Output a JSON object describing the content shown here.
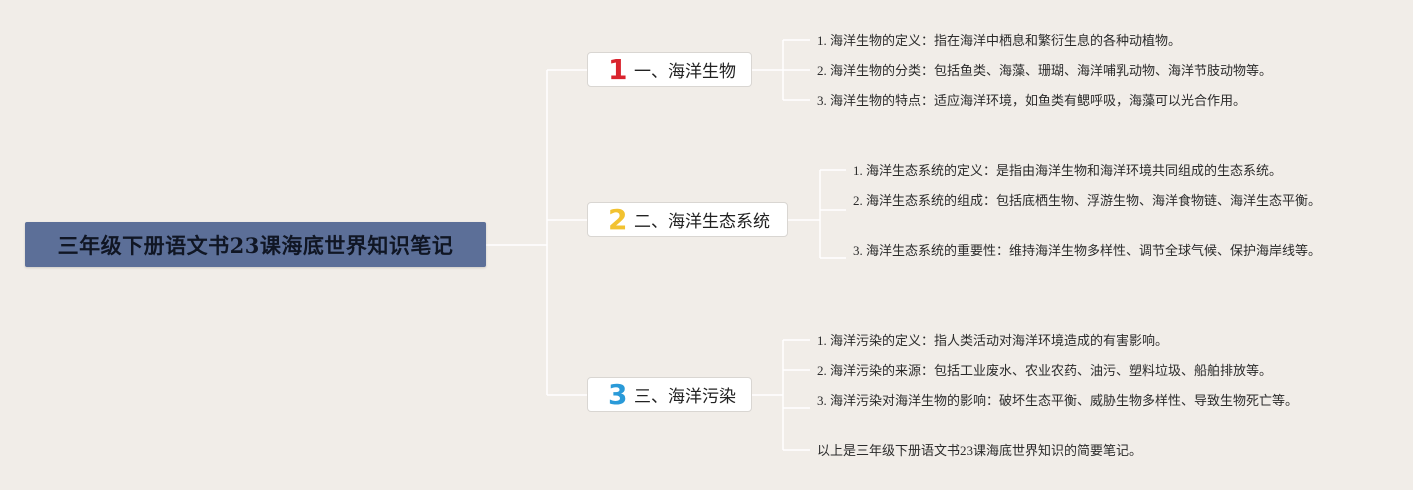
{
  "root": {
    "title": "三年级下册语文书23课海底世界知识笔记"
  },
  "branches": [
    {
      "number": "1",
      "number_color": "#d9232d",
      "label": "一、海洋生物",
      "items": [
        "1. 海洋生物的定义：指在海洋中栖息和繁衍生息的各种动植物。",
        "2. 海洋生物的分类：包括鱼类、海藻、珊瑚、海洋哺乳动物、海洋节肢动物等。",
        "3. 海洋生物的特点：适应海洋环境，如鱼类有鳃呼吸，海藻可以光合作用。"
      ]
    },
    {
      "number": "2",
      "number_color": "#f2c230",
      "label": "二、海洋生态系统",
      "items": [
        "1. 海洋生态系统的定义：是指由海洋生物和海洋环境共同组成的生态系统。",
        "2. 海洋生态系统的组成：包括底栖生物、浮游生物、海洋食物链、海洋生态平衡。",
        "3. 海洋生态系统的重要性：维持海洋生物多样性、调节全球气候、保护海岸线等。"
      ]
    },
    {
      "number": "3",
      "number_color": "#2a9ad8",
      "label": "三、海洋污染",
      "items": [
        "1. 海洋污染的定义：指人类活动对海洋环境造成的有害影响。",
        "2. 海洋污染的来源：包括工业废水、农业农药、油污、塑料垃圾、船舶排放等。",
        "3. 海洋污染对海洋生物的影响：破坏生态平衡、威胁生物多样性、导致生物死亡等。",
        "以上是三年级下册语文书23课海底世界知识的简要笔记。"
      ]
    }
  ]
}
